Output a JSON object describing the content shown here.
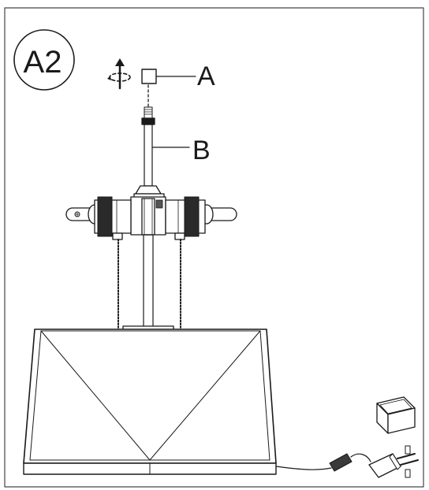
{
  "step": {
    "badge_label": "A2"
  },
  "callouts": {
    "a_label": "A",
    "b_label": "B"
  },
  "colors": {
    "line": "#1a1a1a",
    "frame": "#444444",
    "background": "#ffffff"
  },
  "icons": {
    "rotate": "rotate-lift-icon",
    "part_a": "finial-part-icon",
    "plug_cover": "plug-cover-icon",
    "plug": "power-plug-icon"
  }
}
